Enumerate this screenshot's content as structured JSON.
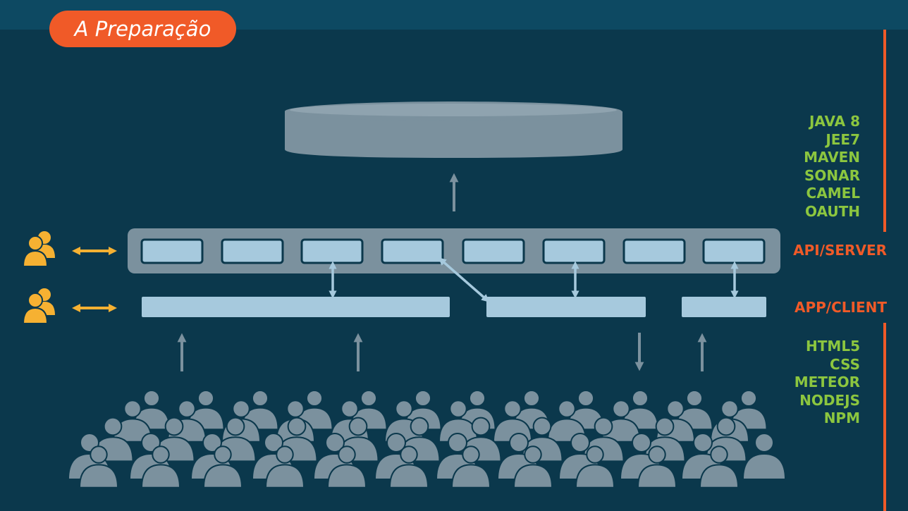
{
  "slide": {
    "title": "A Preparação",
    "colors": {
      "background": "#0b384c",
      "topbar": "#0d4962",
      "accent": "#f05a28",
      "stack_text": "#8cc63f",
      "layer_label": "#f05a28",
      "user_icon": "#f6b132",
      "diagram_gray": "#7b919e",
      "diagram_light": "#a6c9dd",
      "crowd": "#7b919e"
    }
  },
  "server_stack": [
    "JAVA 8",
    "JEE7",
    "MAVEN",
    "SONAR",
    "CAMEL",
    "OAUTH"
  ],
  "client_stack": [
    "HTML5",
    "CSS",
    "METEOR",
    "NODEJS",
    "NPM"
  ],
  "layers": {
    "server_label": "API/SERVER",
    "client_label": "APP/CLIENT"
  },
  "icons": {
    "users": "users-group-icon",
    "bidirectional": "double-arrow-icon",
    "database": "database-cylinder-icon",
    "crowd": "crowd-icon"
  }
}
